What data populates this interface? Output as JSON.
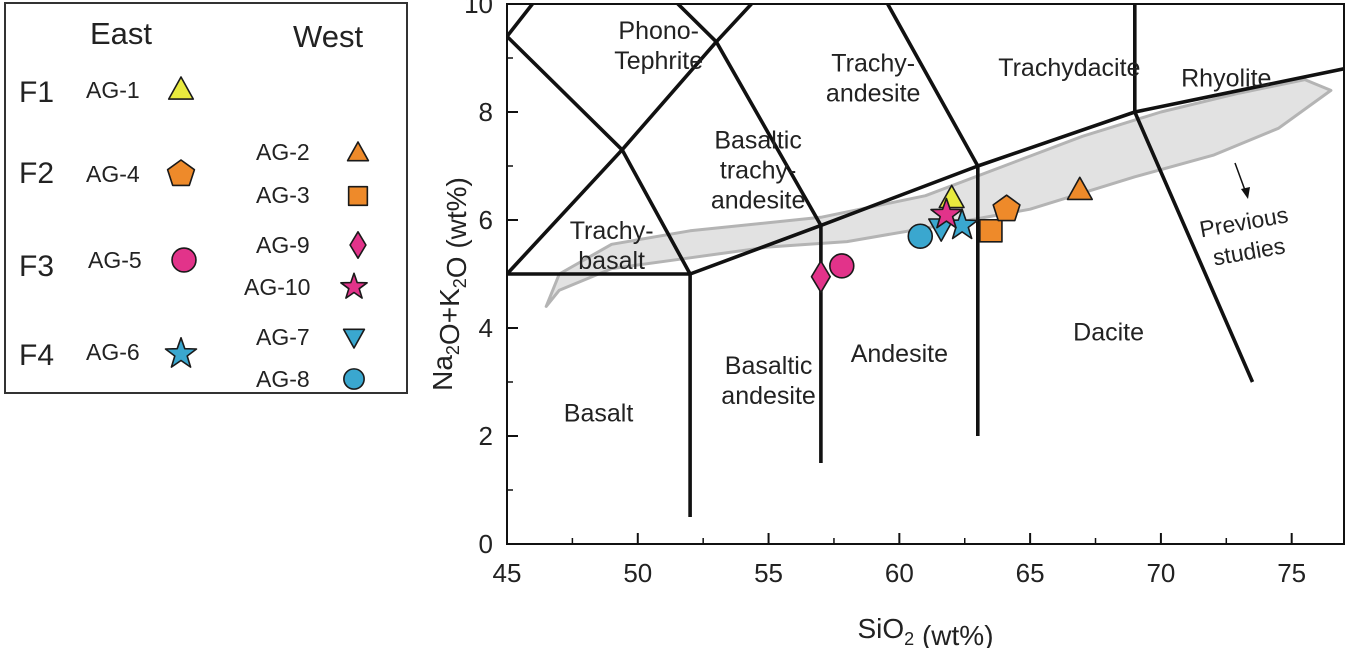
{
  "legend": {
    "east_header": "East",
    "west_header": "West",
    "groups": [
      "F1",
      "F2",
      "F3",
      "F4"
    ],
    "east_samples": [
      {
        "label": "AG-1",
        "shape": "triangle-up",
        "color": "#e8ea3e"
      },
      {
        "label": "AG-4",
        "shape": "pentagon",
        "color": "#ee8a2a"
      },
      {
        "label": "AG-5",
        "shape": "circle",
        "color": "#e2338a"
      },
      {
        "label": "AG-6",
        "shape": "star",
        "color": "#3aa7cf"
      }
    ],
    "west_samples": [
      {
        "label": "AG-2",
        "shape": "triangle-up",
        "color": "#ee8a2a"
      },
      {
        "label": "AG-3",
        "shape": "square",
        "color": "#ee8a2a"
      },
      {
        "label": "AG-9",
        "shape": "diamond",
        "color": "#e2338a"
      },
      {
        "label": "AG-10",
        "shape": "star",
        "color": "#e2338a"
      },
      {
        "label": "AG-7",
        "shape": "triangle-down",
        "color": "#3aa7cf"
      },
      {
        "label": "AG-8",
        "shape": "circle",
        "color": "#3aa7cf"
      }
    ]
  },
  "chart_data": {
    "type": "scatter",
    "xlabel": "SiO₂ (wt%)",
    "ylabel": "Na₂O+K₂O (wt%)",
    "xlim": [
      45,
      77
    ],
    "ylim": [
      0,
      10
    ],
    "xticks": [
      45,
      50,
      55,
      60,
      65,
      70,
      75
    ],
    "yticks": [
      0,
      2,
      4,
      6,
      8,
      10
    ],
    "grid": false,
    "fields": [
      {
        "name": "Phono-Tephrite",
        "x": 50.8,
        "y": 9.2
      },
      {
        "name": "Trachy-andesite",
        "x": 59.0,
        "y": 8.6
      },
      {
        "name": "Trachydacite",
        "x": 66.5,
        "y": 8.8
      },
      {
        "name": "Rhyolite",
        "x": 72.5,
        "y": 8.6
      },
      {
        "name": "Basaltic trachy-andesite",
        "x": 54.6,
        "y": 6.9
      },
      {
        "name": "Trachy-basalt",
        "x": 49.0,
        "y": 5.5
      },
      {
        "name": "Andesite",
        "x": 60.0,
        "y": 3.5
      },
      {
        "name": "Dacite",
        "x": 68.0,
        "y": 3.9
      },
      {
        "name": "Basaltic andesite",
        "x": 55.0,
        "y": 3.0
      },
      {
        "name": "Basalt",
        "x": 48.5,
        "y": 2.4
      }
    ],
    "annotation": {
      "text": "Previous studies",
      "x": 73.3,
      "y": 5.6
    },
    "boundaries": [
      [
        [
          45,
          5
        ],
        [
          52,
          5
        ],
        [
          57,
          5.9
        ],
        [
          63,
          7
        ],
        [
          69,
          8
        ],
        [
          77,
          8.8
        ]
      ],
      [
        [
          52,
          0.5
        ],
        [
          52,
          5
        ],
        [
          49.4,
          7.3
        ],
        [
          53,
          9.3
        ],
        [
          57.6,
          11.7
        ]
      ],
      [
        [
          57,
          1.5
        ],
        [
          57,
          5.9
        ],
        [
          53,
          9.3
        ]
      ],
      [
        [
          63,
          2.0
        ],
        [
          63,
          7
        ],
        [
          57.6,
          11.7
        ]
      ],
      [
        [
          69,
          10.0
        ],
        [
          69,
          8
        ],
        [
          73.5,
          3.0
        ]
      ],
      [
        [
          45,
          5
        ],
        [
          49.4,
          7.3
        ]
      ],
      [
        [
          45,
          9.4
        ],
        [
          48.4,
          11.5
        ]
      ],
      [
        [
          45,
          9.4
        ],
        [
          49.4,
          7.3
        ]
      ],
      [
        [
          52.5,
          14
        ],
        [
          48.4,
          11.5
        ],
        [
          53,
          9.3
        ]
      ]
    ],
    "previous_studies_field": [
      [
        46.5,
        4.4
      ],
      [
        47,
        4.7
      ],
      [
        49,
        5.1
      ],
      [
        52,
        5.3
      ],
      [
        55,
        5.5
      ],
      [
        58,
        5.6
      ],
      [
        61,
        5.85
      ],
      [
        65,
        6.2
      ],
      [
        69,
        6.8
      ],
      [
        72,
        7.2
      ],
      [
        74.5,
        7.7
      ],
      [
        76.5,
        8.4
      ],
      [
        75.5,
        8.6
      ],
      [
        73,
        8.35
      ],
      [
        70,
        8.0
      ],
      [
        67,
        7.55
      ],
      [
        64,
        7.0
      ],
      [
        61,
        6.45
      ],
      [
        57,
        6.05
      ],
      [
        52,
        5.8
      ],
      [
        49,
        5.55
      ],
      [
        47,
        5.0
      ]
    ],
    "series": [
      {
        "name": "AG-1",
        "x": 62.0,
        "y": 6.4,
        "shape": "triangle-up",
        "color": "#e8ea3e"
      },
      {
        "name": "AG-2",
        "x": 66.9,
        "y": 6.55,
        "shape": "triangle-up",
        "color": "#ee8a2a"
      },
      {
        "name": "AG-3",
        "x": 63.5,
        "y": 5.8,
        "shape": "square",
        "color": "#ee8a2a"
      },
      {
        "name": "AG-4",
        "x": 64.1,
        "y": 6.2,
        "shape": "pentagon",
        "color": "#ee8a2a"
      },
      {
        "name": "AG-5",
        "x": 57.8,
        "y": 5.15,
        "shape": "circle",
        "color": "#e2338a"
      },
      {
        "name": "AG-6",
        "x": 62.4,
        "y": 5.9,
        "shape": "star",
        "color": "#3aa7cf"
      },
      {
        "name": "AG-7",
        "x": 61.6,
        "y": 5.85,
        "shape": "triangle-down",
        "color": "#3aa7cf"
      },
      {
        "name": "AG-8",
        "x": 60.8,
        "y": 5.7,
        "shape": "circle",
        "color": "#3aa7cf"
      },
      {
        "name": "AG-9",
        "x": 57.0,
        "y": 4.95,
        "shape": "diamond",
        "color": "#e2338a"
      },
      {
        "name": "AG-10",
        "x": 61.8,
        "y": 6.1,
        "shape": "star",
        "color": "#e2338a"
      }
    ]
  }
}
